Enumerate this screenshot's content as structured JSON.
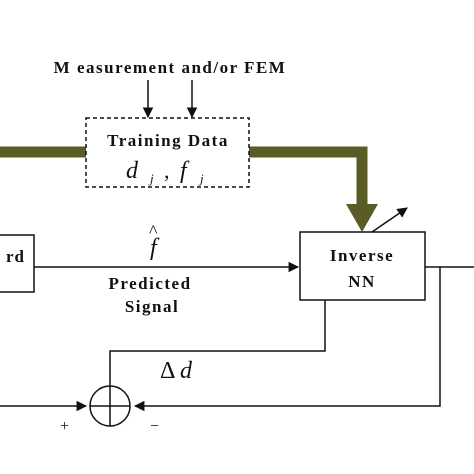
{
  "header_label": "M easurement and/or FEM",
  "training_box": {
    "title": "Training Data",
    "formula_d": "d",
    "formula_j1": "j",
    "formula_comma": ",",
    "formula_f": "f",
    "formula_j2": "j"
  },
  "left_block": {
    "label": "rd"
  },
  "inverse_nn": {
    "line1": "Inverse",
    "line2": "NN"
  },
  "predicted": {
    "symbol": "f",
    "hat": "^",
    "line1": "Predicted",
    "line2": "Signal"
  },
  "delta": {
    "symbol": "Δ",
    "var": "d"
  },
  "summer": {
    "plus": "+",
    "minus": "−"
  },
  "colors": {
    "thick_arrow": "#5b5b26",
    "line": "#111111"
  }
}
